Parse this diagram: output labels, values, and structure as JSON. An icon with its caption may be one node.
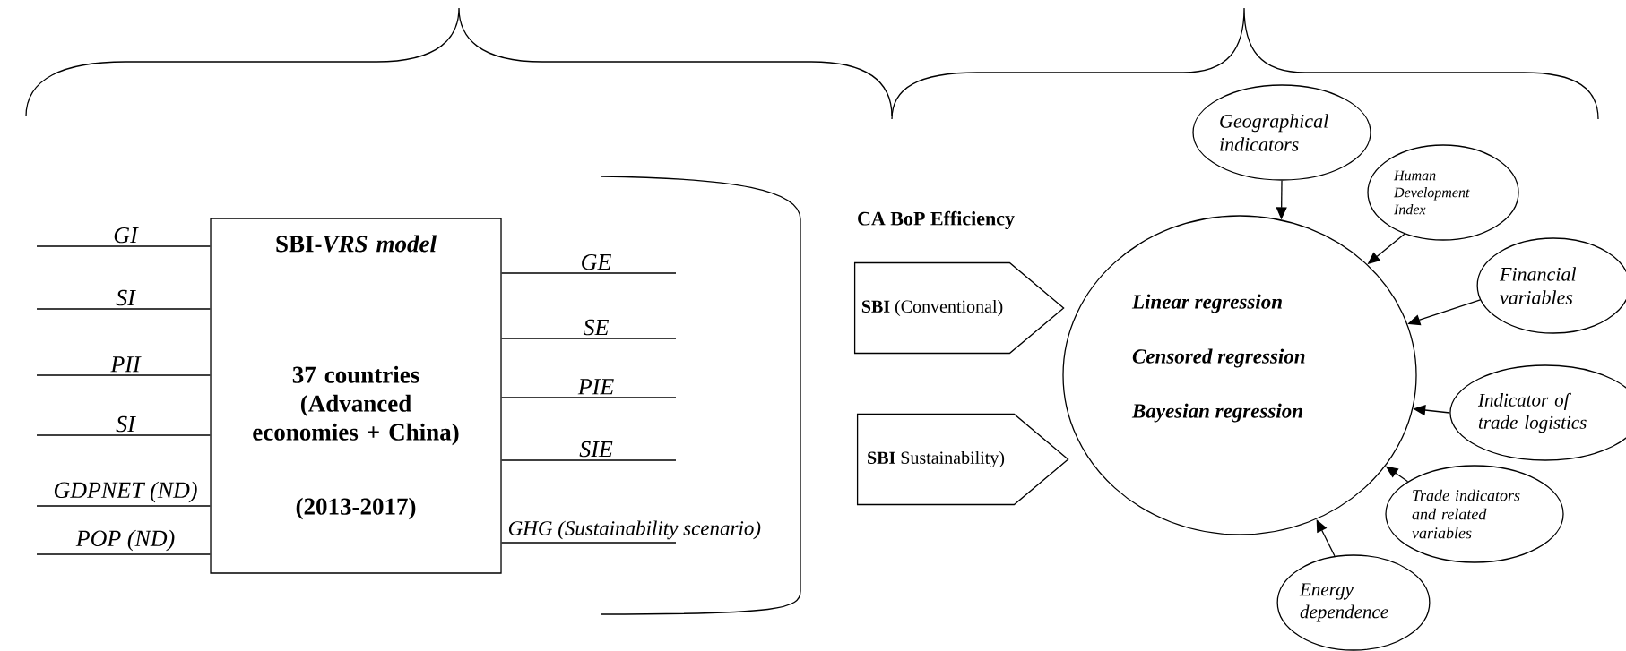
{
  "diagram": {
    "nodes": [
      {
        "text": [
          "SBI-*VRS model*",
          "37 countries (Advanced economies + China)",
          "(2013-2017)"
        ]
      },
      {
        "text": [
          "**SBI** (Conventional)"
        ]
      },
      {
        "text": [
          "**SBI** Sustainability)"
        ]
      },
      {
        "text": [
          "Linear regression",
          "Censored regression",
          "Bayesian regression"
        ]
      },
      {
        "text": [
          "Geographical indicators"
        ]
      },
      {
        "text": [
          "Human Development Index"
        ]
      },
      {
        "text": [
          "Financial variables"
        ]
      },
      {
        "text": [
          "Indicator of trade logistics"
        ]
      },
      {
        "text": [
          "Trade indicators and related variables"
        ]
      },
      {
        "text": [
          "Energy dependence"
        ]
      }
    ],
    "edges": [
      {
        "from": null,
        "to": 0,
        "arrow": "none",
        "label": "GI"
      },
      {
        "from": null,
        "to": 0,
        "arrow": "none",
        "label": "SI"
      },
      {
        "from": null,
        "to": 0,
        "arrow": "none",
        "label": "PII"
      },
      {
        "from": null,
        "to": 0,
        "arrow": "none",
        "label": "SI"
      },
      {
        "from": null,
        "to": 0,
        "arrow": "none",
        "label": "GDPNET (ND)"
      },
      {
        "from": null,
        "to": 0,
        "arrow": "none",
        "label": "POP (ND)"
      },
      {
        "from": 0,
        "to": null,
        "arrow": "none",
        "label": "GE"
      },
      {
        "from": 0,
        "to": null,
        "arrow": "none",
        "label": "SE"
      },
      {
        "from": 0,
        "to": null,
        "arrow": "none",
        "label": "PIE"
      },
      {
        "from": 0,
        "to": null,
        "arrow": "none",
        "label": "SIE"
      },
      {
        "from": 0,
        "to": null,
        "arrow": "none",
        "label": "GHG (Sustainability scenario)"
      },
      {
        "from": 4,
        "to": 3,
        "arrow": "to"
      },
      {
        "from": 5,
        "to": 3,
        "arrow": "to"
      },
      {
        "from": 6,
        "to": 3,
        "arrow": "to"
      },
      {
        "from": 7,
        "to": 3,
        "arrow": "to"
      },
      {
        "from": 8,
        "to": 3,
        "arrow": "to"
      },
      {
        "from": 9,
        "to": 3,
        "arrow": "to"
      }
    ],
    "labels": [
      "CA BoP Efficiency"
    ]
  }
}
